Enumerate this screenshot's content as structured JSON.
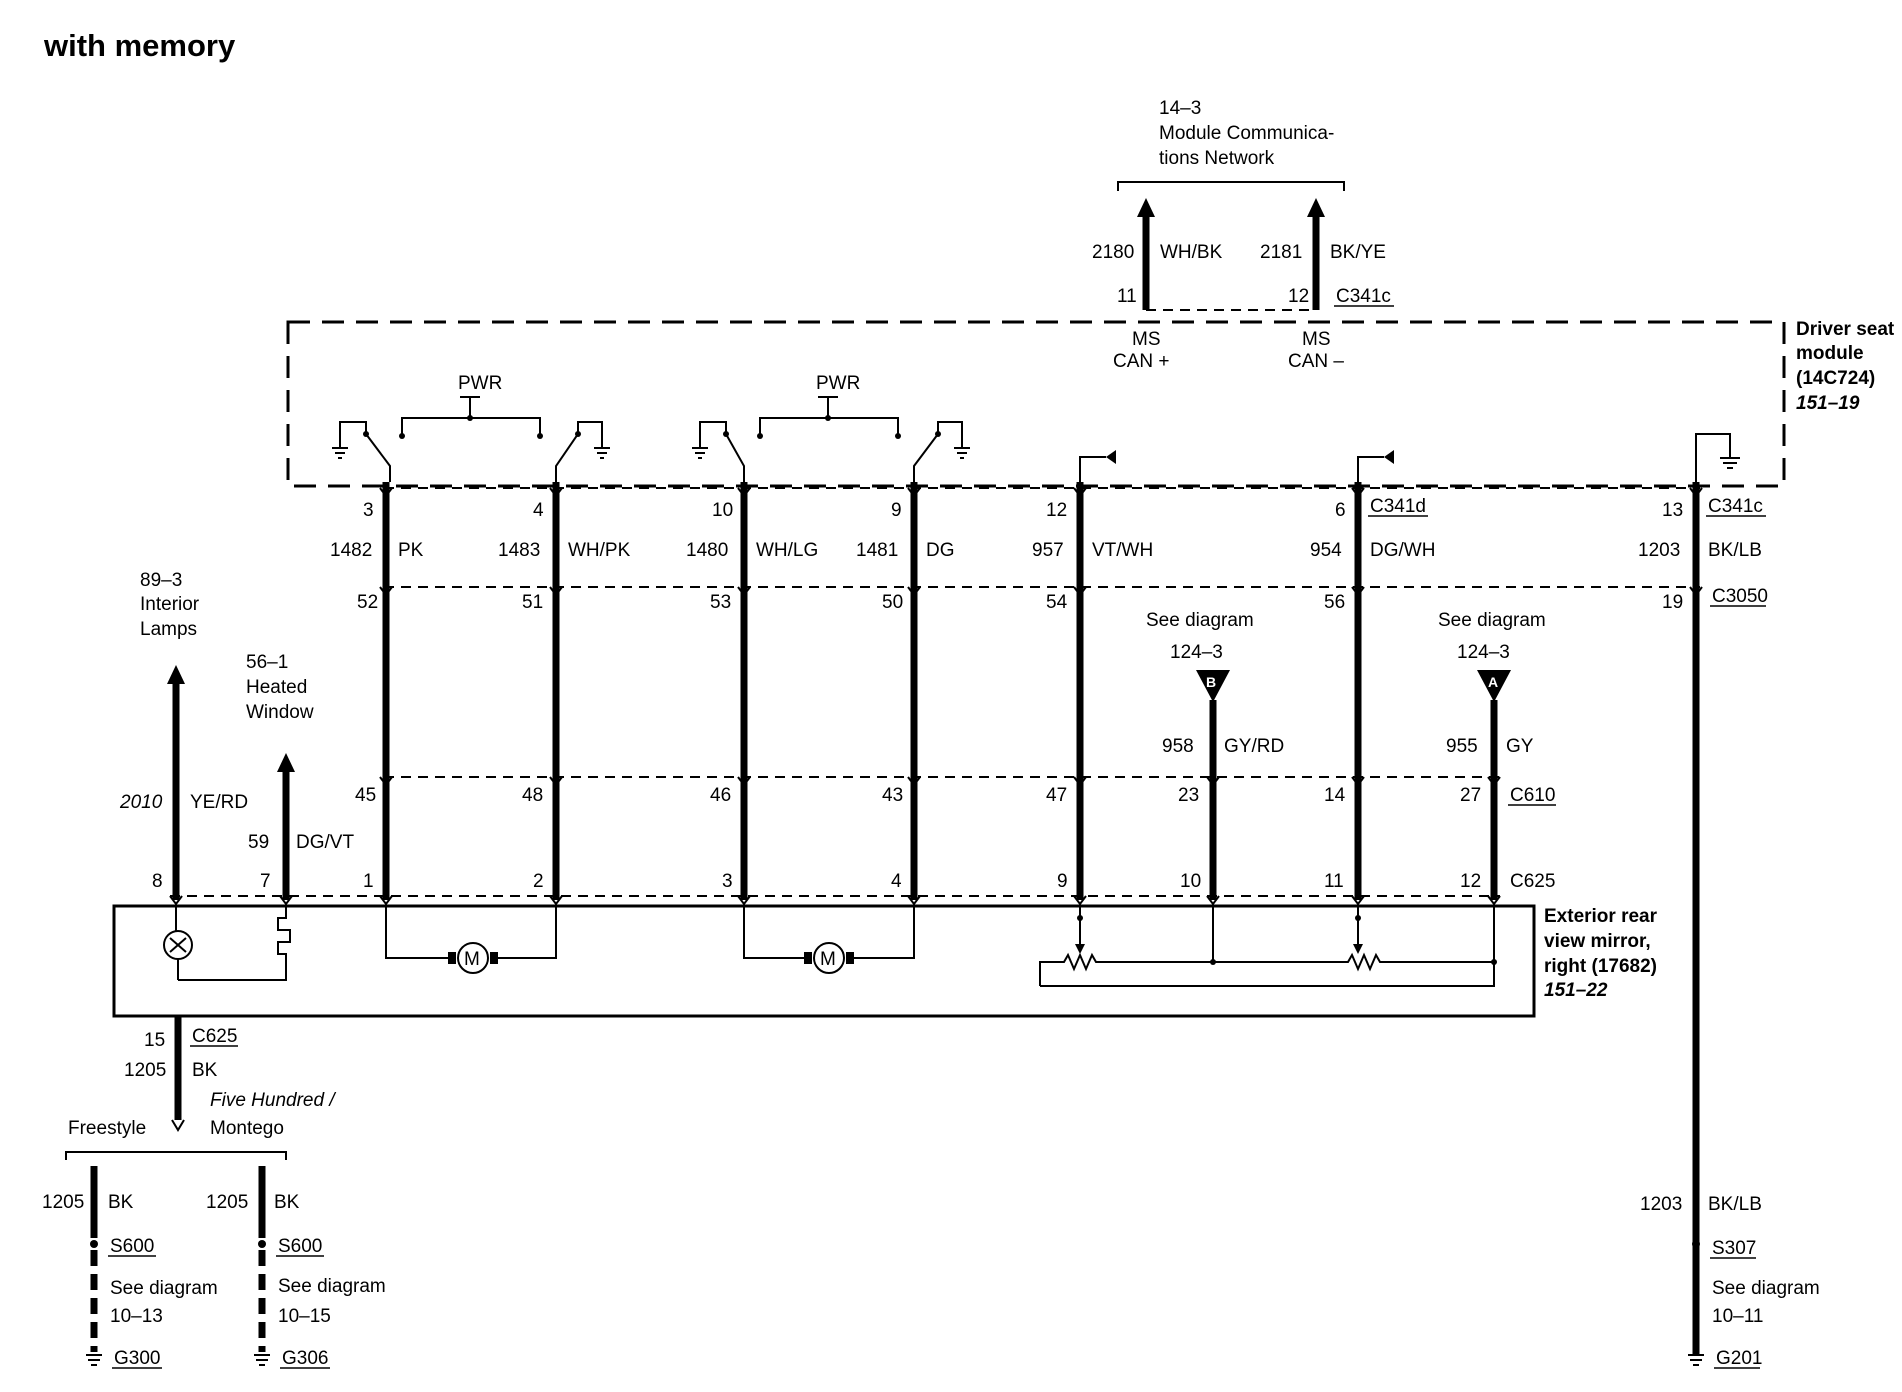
{
  "title": "with memory",
  "network": {
    "ref": "14–3",
    "line1": "Module Communica-",
    "line2": "tions Network",
    "w1_circuit": "2180",
    "w1_color": "WH/BK",
    "w1_pin": "11",
    "w2_circuit": "2181",
    "w2_color": "BK/YE",
    "w2_pin": "12",
    "connector": "C341c",
    "can_plus_1": "MS",
    "can_plus_2": "CAN +",
    "can_minus_1": "MS",
    "can_minus_2": "CAN –"
  },
  "seat_module": {
    "line1": "Driver seat",
    "line2": "module",
    "line3": "(14C724)",
    "ref": "151–19",
    "pwr": "PWR"
  },
  "columns": [
    {
      "pin_top": "3",
      "circuit": "1482",
      "color": "PK",
      "pin_c3050": "52",
      "pin_c610": "45",
      "pin_c625": "1"
    },
    {
      "pin_top": "4",
      "circuit": "1483",
      "color": "WH/PK",
      "pin_c3050": "51",
      "pin_c610": "48",
      "pin_c625": "2"
    },
    {
      "pin_top": "10",
      "circuit": "1480",
      "color": "WH/LG",
      "pin_c3050": "53",
      "pin_c610": "46",
      "pin_c625": "3"
    },
    {
      "pin_top": "9",
      "circuit": "1481",
      "color": "DG",
      "pin_c3050": "50",
      "pin_c610": "43",
      "pin_c625": "4"
    },
    {
      "pin_top": "12",
      "circuit": "957",
      "color": "VT/WH",
      "pin_c3050": "54",
      "pin_c610": "47",
      "pin_c625": "9"
    },
    {
      "pin_top": "6",
      "circuit": "954",
      "color": "DG/WH",
      "pin_c3050": "56",
      "pin_c610": "14",
      "pin_c625": "11",
      "connector_top": "C341d"
    },
    {
      "pin_top": "13",
      "circuit": "1203",
      "color": "BK/LB",
      "pin_c3050": "19",
      "connector_top": "C341c",
      "connector_mid": "C3050"
    }
  ],
  "refs": [
    {
      "see": "See diagram",
      "ref": "124–3",
      "letter": "B",
      "circuit": "958",
      "color": "GY/RD",
      "pin_c610": "23",
      "pin_c625": "10"
    },
    {
      "see": "See diagram",
      "ref": "124–3",
      "letter": "A",
      "circuit": "955",
      "color": "GY",
      "pin_c610": "27",
      "pin_c625": "12",
      "connector_c610": "C610",
      "connector_c625": "C625"
    }
  ],
  "left": {
    "lamps_ref": "89–3",
    "lamps_1": "Interior",
    "lamps_2": "Lamps",
    "lamps_circuit": "2010",
    "lamps_color": "YE/RD",
    "lamps_pin": "8",
    "window_ref": "56–1",
    "window_1": "Heated",
    "window_2": "Window",
    "window_circuit": "59",
    "window_color": "DG/VT",
    "window_pin": "7"
  },
  "mirror": {
    "line1": "Exterior rear",
    "line2": "view mirror,",
    "line3": "right (17682)",
    "ref": "151–22",
    "motor": "M"
  },
  "ground_feed": {
    "pin": "15",
    "connector": "C625",
    "circuit": "1205",
    "color": "BK",
    "variant_left": "Freestyle",
    "variant_right_1": "Five Hundred /",
    "variant_right_2": "Montego"
  },
  "grounds": [
    {
      "circuit": "1205",
      "color": "BK",
      "splice": "S600",
      "see": "See diagram",
      "ref": "10–13",
      "ground": "G300"
    },
    {
      "circuit": "1205",
      "color": "BK",
      "splice": "S600",
      "see": "See diagram",
      "ref": "10–15",
      "ground": "G306"
    },
    {
      "circuit": "1203",
      "color": "BK/LB",
      "splice": "S307",
      "see": "See diagram",
      "ref": "10–11",
      "ground": "G201"
    }
  ]
}
